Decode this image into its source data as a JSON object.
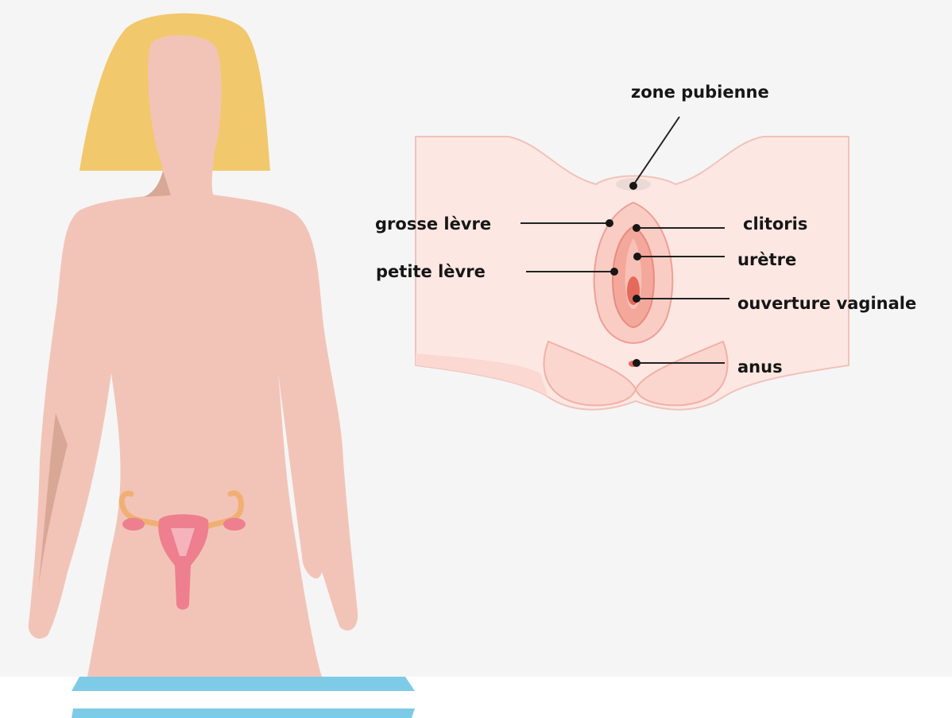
{
  "colors": {
    "background": "#f5f5f5",
    "skin": "#f2c4b7",
    "skin_shadow": "#d9a796",
    "hair": "#f2c86c",
    "uterus": "#ee7f8e",
    "ovary_tube": "#f0b073",
    "scale": "#7ecbe8",
    "vulva_light": "#fde7e2",
    "vulva_outline": "#ef9f96",
    "leader": "#222222"
  },
  "labels": {
    "zone_pubienne": "zone pubienne",
    "grosse_levre": "grosse lèvre",
    "petite_levre": "petite lèvre",
    "clitoris": "clitoris",
    "uretre": "urètre",
    "ouverture_vaginale": "ouverture vaginale",
    "anus": "anus"
  }
}
